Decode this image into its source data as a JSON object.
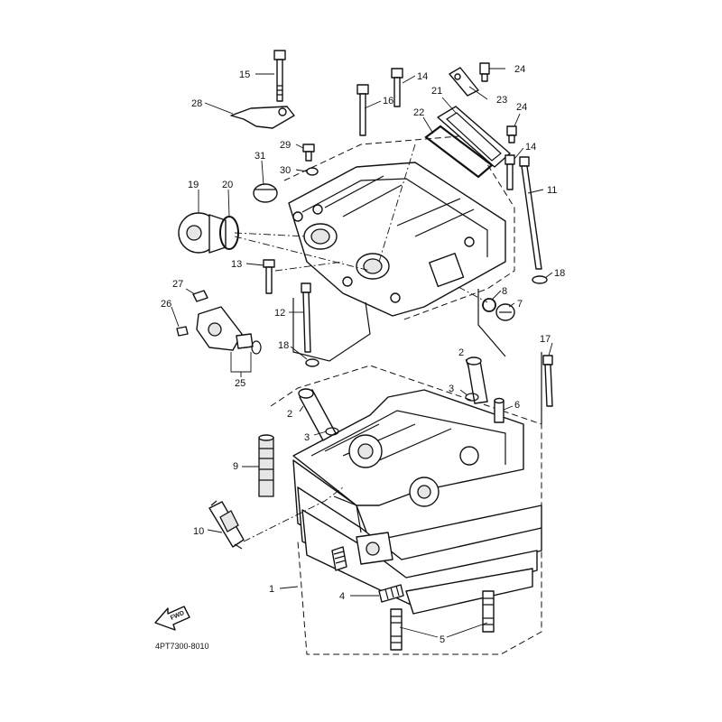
{
  "diagram": {
    "part_code": "4PT7300-8010",
    "fwd_label": "FWD",
    "callouts": [
      {
        "id": "c1",
        "label": "1"
      },
      {
        "id": "c2a",
        "label": "2"
      },
      {
        "id": "c2b",
        "label": "2"
      },
      {
        "id": "c3a",
        "label": "3"
      },
      {
        "id": "c3b",
        "label": "3"
      },
      {
        "id": "c4",
        "label": "4"
      },
      {
        "id": "c5",
        "label": "5"
      },
      {
        "id": "c6",
        "label": "6"
      },
      {
        "id": "c7",
        "label": "7"
      },
      {
        "id": "c8",
        "label": "8"
      },
      {
        "id": "c9",
        "label": "9"
      },
      {
        "id": "c10",
        "label": "10"
      },
      {
        "id": "c11",
        "label": "11"
      },
      {
        "id": "c12",
        "label": "12"
      },
      {
        "id": "c13",
        "label": "13"
      },
      {
        "id": "c14a",
        "label": "14"
      },
      {
        "id": "c14b",
        "label": "14"
      },
      {
        "id": "c15",
        "label": "15"
      },
      {
        "id": "c16",
        "label": "16"
      },
      {
        "id": "c17",
        "label": "17"
      },
      {
        "id": "c18a",
        "label": "18"
      },
      {
        "id": "c18b",
        "label": "18"
      },
      {
        "id": "c19",
        "label": "19"
      },
      {
        "id": "c20",
        "label": "20"
      },
      {
        "id": "c21",
        "label": "21"
      },
      {
        "id": "c22",
        "label": "22"
      },
      {
        "id": "c23",
        "label": "23"
      },
      {
        "id": "c24a",
        "label": "24"
      },
      {
        "id": "c24b",
        "label": "24"
      },
      {
        "id": "c25",
        "label": "25"
      },
      {
        "id": "c26",
        "label": "26"
      },
      {
        "id": "c27",
        "label": "27"
      },
      {
        "id": "c28",
        "label": "28"
      },
      {
        "id": "c29",
        "label": "29"
      },
      {
        "id": "c30",
        "label": "30"
      },
      {
        "id": "c31",
        "label": "31"
      }
    ]
  }
}
